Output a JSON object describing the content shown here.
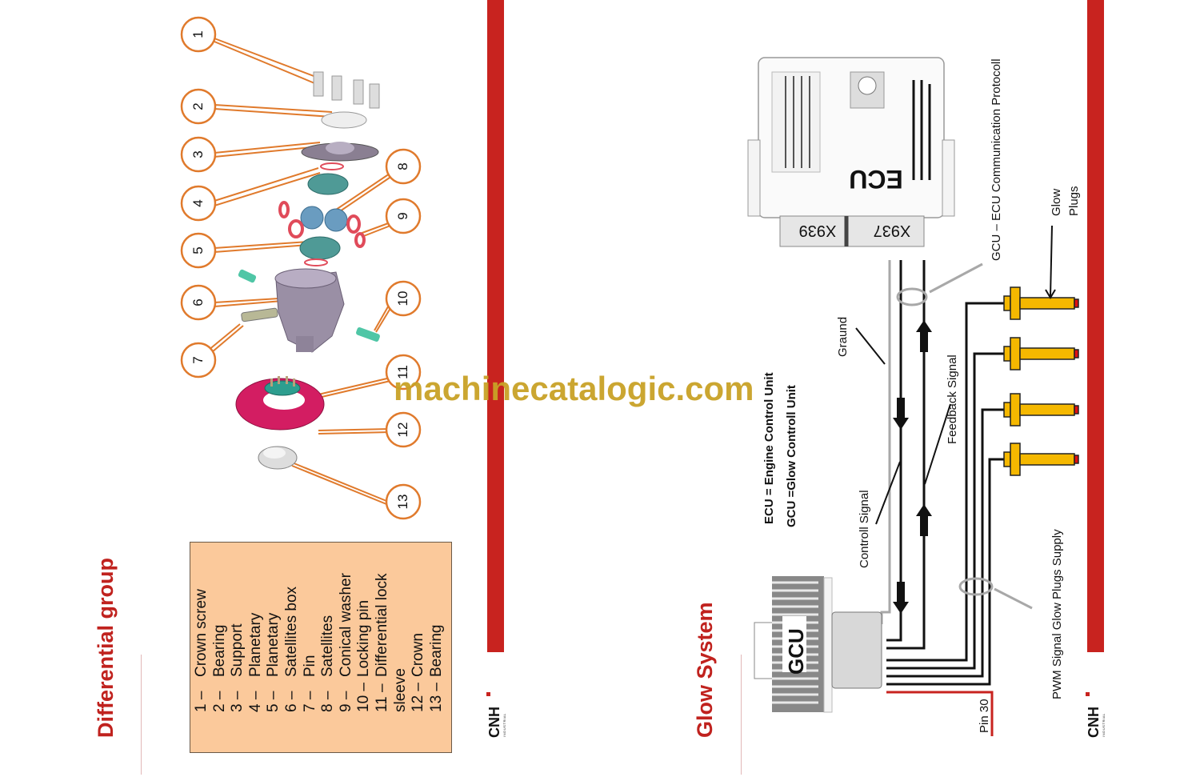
{
  "left_page": {
    "title": "Differential group",
    "callouts": [
      "1",
      "2",
      "3",
      "4",
      "5",
      "6",
      "7",
      "8",
      "9",
      "10",
      "11",
      "12",
      "13"
    ],
    "legend": [
      {
        "num": "1 –",
        "label": "Crown screw"
      },
      {
        "num": "2 –",
        "label": "Bearing"
      },
      {
        "num": "3 –",
        "label": "Support"
      },
      {
        "num": "4 –",
        "label": "Planetary"
      },
      {
        "num": "5 –",
        "label": "Planetary"
      },
      {
        "num": "6 –",
        "label": "Satellites box"
      },
      {
        "num": "7 –",
        "label": "Pin"
      },
      {
        "num": "8 –",
        "label": "Satellites"
      },
      {
        "num": "9 –",
        "label": "Conical washer"
      },
      {
        "num": "10 –",
        "label": "Locking pin"
      },
      {
        "num": "11 –",
        "label": "Differential lock"
      },
      {
        "num": "",
        "label": "sleeve"
      },
      {
        "num": "12 –",
        "label": "Crown"
      },
      {
        "num": "13 –",
        "label": "Bearing"
      }
    ],
    "logo": {
      "brand": "CNH",
      "sub": "INDUSTRIAL"
    }
  },
  "right_page": {
    "title": "Glow System",
    "definitions": [
      "ECU = Engine Control Unit",
      "GCU =Glow Controll Unit"
    ],
    "ecu": {
      "label": "ECU",
      "connectors": [
        "X939",
        "X937"
      ]
    },
    "gcu": {
      "label": "GCU"
    },
    "annotations": {
      "protocol": "GCU – ECU Communication Protocoll",
      "glow_plugs": [
        "Glow",
        "Plugs"
      ],
      "ground": "Graund",
      "feedback": "Feedback Signal",
      "control": "Controll Signal",
      "pwm": "PWM Signal Glow Plugs Supply",
      "pin30": "Pin 30"
    },
    "colors": {
      "accent_red": "#c8231f",
      "glow_plug": "#f5b800",
      "plug_tip": "#e01010",
      "wire": "#111111",
      "ground_wire": "#a8a8a8"
    },
    "logo": {
      "brand": "CNH",
      "sub": "INDUSTRIAL"
    }
  },
  "watermark": "machinecatalogic.com"
}
